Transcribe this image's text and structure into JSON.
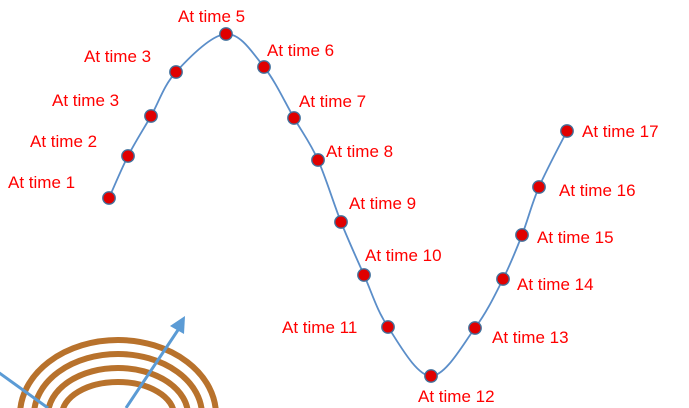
{
  "diagram": {
    "colors": {
      "curve": "#5b8ec9",
      "point_fill": "#e00000",
      "point_stroke": "#41719c",
      "label": "#ff0000",
      "rings": "#b8722c",
      "arrows": "#5b9bd5"
    },
    "points": [
      {
        "label": "At time 1"
      },
      {
        "label": "At time 2"
      },
      {
        "label": "At time 3"
      },
      {
        "label": "At time 3"
      },
      {
        "label": "At time 5"
      },
      {
        "label": "At time 6"
      },
      {
        "label": "At time 7"
      },
      {
        "label": "At time 8"
      },
      {
        "label": "At time 9"
      },
      {
        "label": "At time 10"
      },
      {
        "label": "At time 11"
      },
      {
        "label": "At time 12"
      },
      {
        "label": "At time 13"
      },
      {
        "label": "At time 14"
      },
      {
        "label": "At time 15"
      },
      {
        "label": "At time 16"
      },
      {
        "label": "At time 17"
      }
    ]
  }
}
